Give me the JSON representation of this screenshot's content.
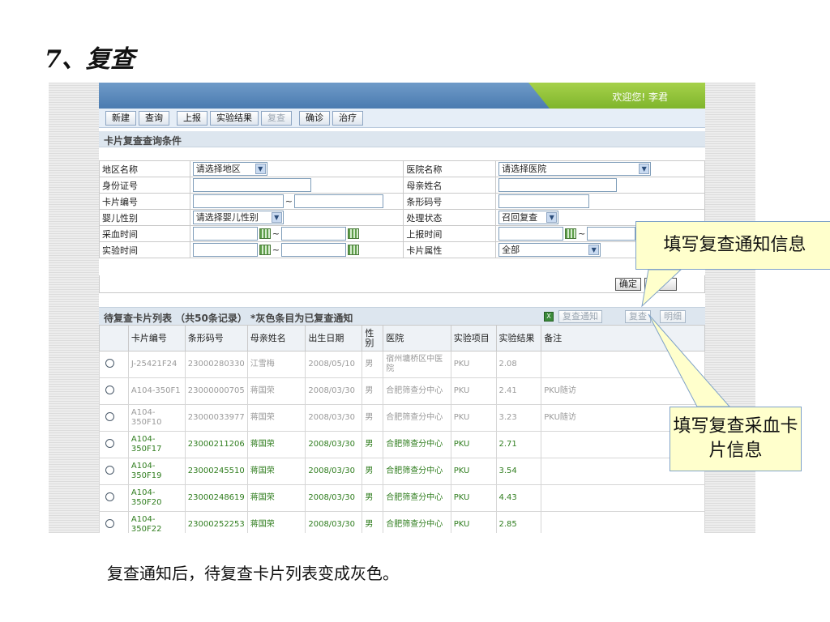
{
  "slide": {
    "title": "7、复查",
    "caption": "复查通知后，待复查卡片列表变成灰色。"
  },
  "header": {
    "welcome": "欢迎您! 李君",
    "accent": "#86bc31",
    "bar_color": "#5a88bb"
  },
  "toolbar": {
    "buttons": [
      "新建",
      "查询",
      "上报",
      "实验结果",
      "复查",
      "确诊",
      "治疗"
    ]
  },
  "query": {
    "title": "卡片复查查询条件",
    "labels": {
      "region": "地区名称",
      "hospital": "医院名称",
      "id_no": "身份证号",
      "mother": "母亲姓名",
      "card_no": "卡片编号",
      "barcode": "条形码号",
      "baby_sex": "婴儿性别",
      "status": "处理状态",
      "blood_time": "采血时间",
      "report_time": "上报时间",
      "lab_time": "实验时间",
      "card_attr": "卡片属性"
    },
    "values": {
      "region": "请选择地区",
      "hospital": "请选择医院",
      "baby_sex": "请选择婴儿性别",
      "status": "召回复查",
      "card_attr": "全部"
    },
    "confirm": "确定"
  },
  "list": {
    "title": "待复查卡片列表 （共50条记录） *灰色条目为已复查通知",
    "buttons": {
      "notify": "复查通知",
      "recheck": "复查",
      "detail": "明细"
    },
    "columns": [
      "卡片编号",
      "条形码号",
      "母亲姓名",
      "出生日期",
      "性别",
      "医院",
      "实验项目",
      "实验结果",
      "备注"
    ],
    "rows": [
      {
        "card": "J-25421F24",
        "barcode": "23000280330",
        "mother": "江雪梅",
        "birth": "2008/05/10",
        "sex": "男",
        "hospital": "宿州墉桥区中医院",
        "item": "PKU",
        "result": "2.08",
        "note": "",
        "style": "gray"
      },
      {
        "card": "A104-350F1",
        "barcode": "23000000705",
        "mother": "蒋国荣",
        "birth": "2008/03/30",
        "sex": "男",
        "hospital": "合肥筛查分中心",
        "item": "PKU",
        "result": "2.41",
        "note": "PKU随访",
        "style": "gray"
      },
      {
        "card": "A104-350F10",
        "barcode": "23000033977",
        "mother": "蒋国荣",
        "birth": "2008/03/30",
        "sex": "男",
        "hospital": "合肥筛查分中心",
        "item": "PKU",
        "result": "3.23",
        "note": "PKU随访",
        "style": "gray"
      },
      {
        "card": "A104-350F17",
        "barcode": "23000211206",
        "mother": "蒋国荣",
        "birth": "2008/03/30",
        "sex": "男",
        "hospital": "合肥筛查分中心",
        "item": "PKU",
        "result": "2.71",
        "note": "",
        "style": "green"
      },
      {
        "card": "A104-350F19",
        "barcode": "23000245510",
        "mother": "蒋国荣",
        "birth": "2008/03/30",
        "sex": "男",
        "hospital": "合肥筛查分中心",
        "item": "PKU",
        "result": "3.54",
        "note": "",
        "style": "green"
      },
      {
        "card": "A104-350F20",
        "barcode": "23000248619",
        "mother": "蒋国荣",
        "birth": "2008/03/30",
        "sex": "男",
        "hospital": "合肥筛查分中心",
        "item": "PKU",
        "result": "4.43",
        "note": "",
        "style": "green"
      },
      {
        "card": "A104-350F22",
        "barcode": "23000252253",
        "mother": "蒋国荣",
        "birth": "2008/03/30",
        "sex": "男",
        "hospital": "合肥筛查分中心",
        "item": "PKU",
        "result": "2.85",
        "note": "",
        "style": "green"
      }
    ]
  },
  "callouts": {
    "notify_info": "填写复查通知信息",
    "recheck_info": "填写复查采血卡片信息"
  }
}
